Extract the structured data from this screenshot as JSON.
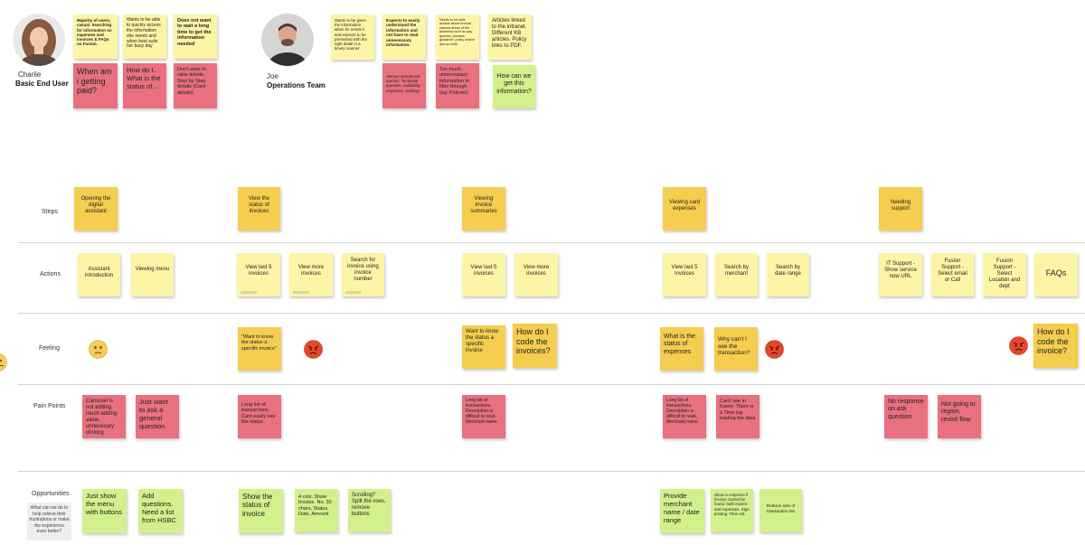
{
  "colors": {
    "yellow": "#fdf5a6",
    "orange": "#f5cd4f",
    "pink": "#e8707f",
    "green": "#d2f08c"
  },
  "personas": {
    "charlie": {
      "name": "Charlie",
      "role": "Basic End User",
      "notes": [
        "Majority of users, casual. Searching for information on expenses and invoices & FAQs on Fusion.",
        "Wants to be able to quickly access the information she needs and when best suits her busy day",
        "Does not want to wait a long time to get the information needed",
        "When am i getting paid?",
        "How do I.. What is the status of...",
        "Don't want to raise tickets. Step by Step details (Card details)"
      ]
    },
    "joe": {
      "name": "Joe",
      "role": "Operations Team",
      "notes": [
        "Wants to be given the information when he needs it and expects to be presented with the right detail in a timely manner",
        "Expects to easily understand the information and not have to read unnecessary information.",
        "Needs to be able access about annual various areas of the business such as pay queries, process guidance, policy advice and so forth",
        "Articles linked to the intranet. Different KB articles. Policy links to PDF.",
        "Various operational queries. Technical question, validating expenses, auditing",
        "Too much unnecessary information to filter through (eg: Policies)",
        "How can we get this information?"
      ]
    }
  },
  "rows": {
    "steps": "Steps",
    "actions": "Actions",
    "feeling": "Feeling",
    "pain_points": "Pain Points",
    "opportunities": "Opportunities",
    "opportunities_desc": "What can we do to help relieve their frustrations or make the experience even better?"
  },
  "steps": [
    "Opening the digital assistant",
    "View the status of invoices",
    "Viewing invoice summaries",
    "Viewing card expenses",
    "Needing support"
  ],
  "actions": [
    "Assistant introduction",
    "Viewing menu",
    "View last 5 invoices",
    "View more invoices",
    "Search for invoice using invoice number",
    "View last 5 invoices",
    "View more invoices",
    "View last 5 invoices",
    "Search by merchant",
    "Search by date range",
    "IT Support - Show service now URL",
    "Fusion Support - Select email or Call",
    "Fusion Support - Select Location and dept",
    "FAQs"
  ],
  "feelings": [
    "\"Want to know the status a specific invoice\"",
    "Want to know the status a specific invoice",
    "How do I code the invoices?",
    "What is the status of expenses",
    "Why can't I see the transaction?",
    "How do I code the invoice?"
  ],
  "pains": [
    "Carousel is not adding much adding value. unnecesary clicking",
    "Just want to ask a general question",
    "Long list of transactions. Cant easily see the status",
    "Long list of transactions. Description is difficult to read. Merchant name",
    "Long list of transactions. Description is difficult to read. Merchant name",
    "Can't see in fusion. There is a Time lag loading the data",
    "No response on ask question",
    "Not going to region, revisit flow"
  ],
  "opportunities": [
    "Just show the menu with buttons",
    "Add questions. Need a list from HSBC",
    "Show the status of invoice",
    "4 cols. Show Invoice. No. 30 chars, Status, Date, Amount",
    "Scrolling? Spilt the rows, remove buttons",
    "Provide merchant name / date range",
    "Show a response if invoice cannot be found, both invoice and expenses. Sign posting. Time est.",
    "Reduce size of transaction list"
  ]
}
